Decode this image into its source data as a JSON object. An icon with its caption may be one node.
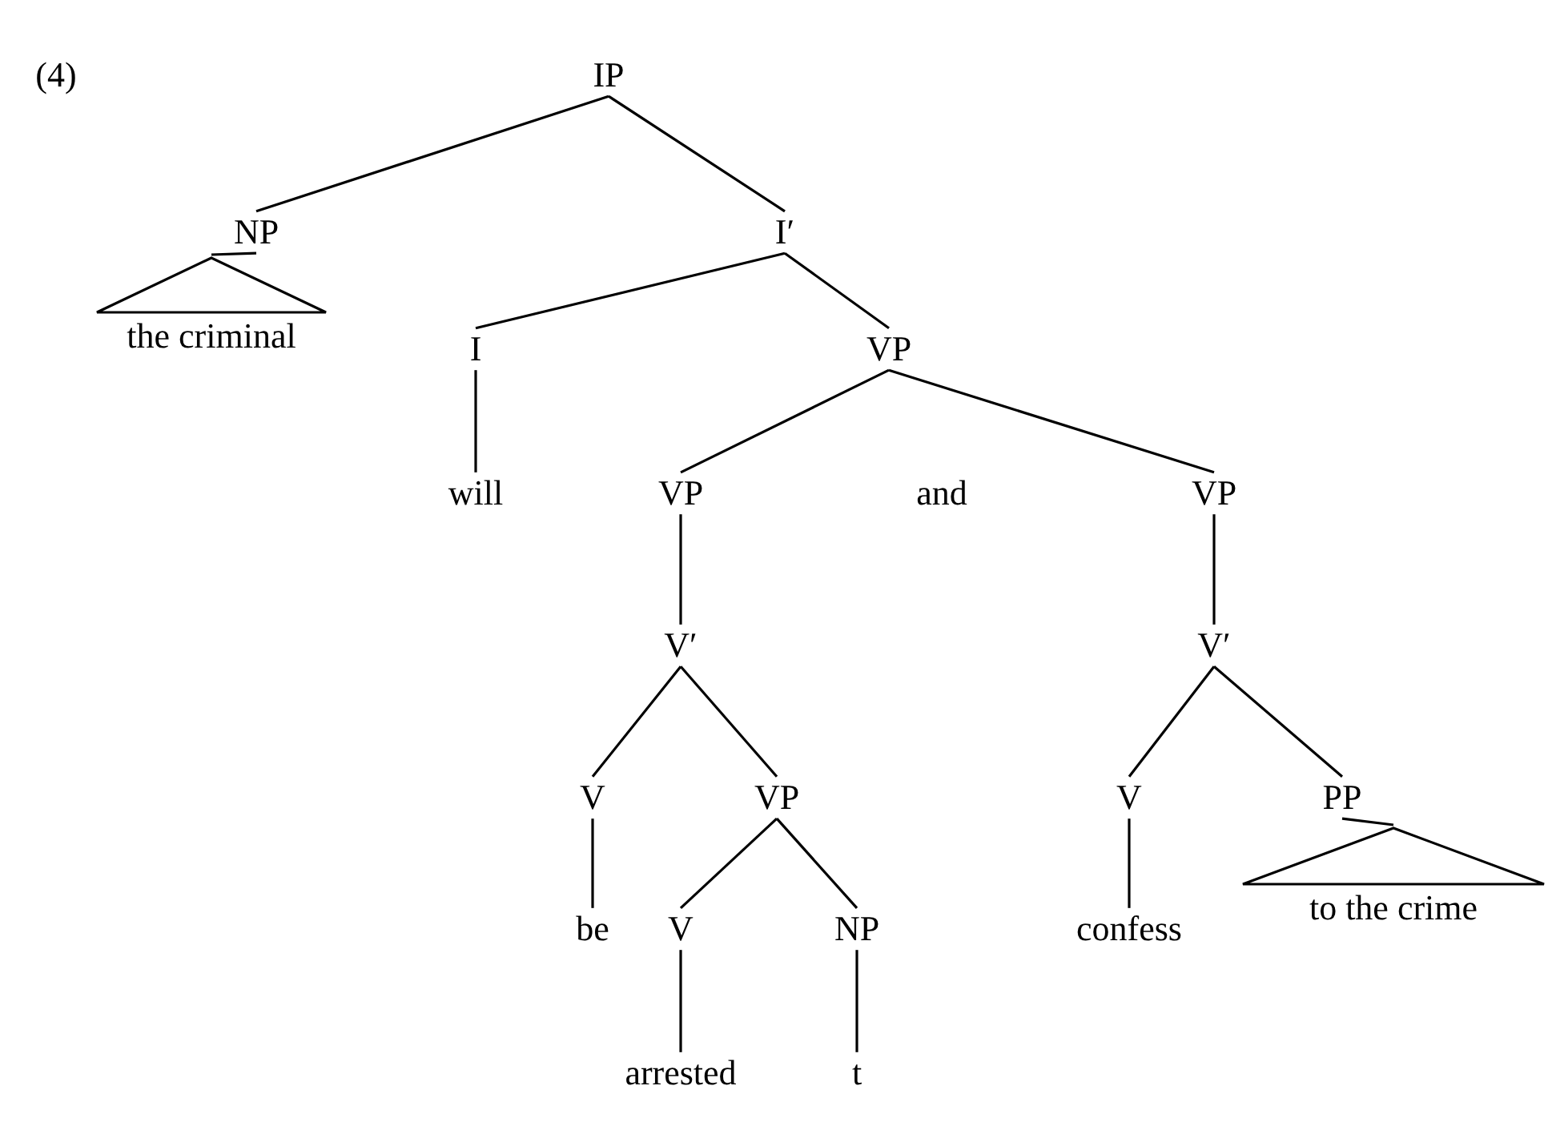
{
  "diagram": {
    "nodes": [
      {
        "text": [
          "IP"
        ]
      },
      {
        "text": [
          "NP"
        ]
      },
      {
        "text": [
          "I′"
        ]
      },
      {
        "text": [],
        "shape": "triangle",
        "beside": [
          "the criminal"
        ]
      },
      {
        "text": [
          "I"
        ]
      },
      {
        "text": [
          "VP"
        ]
      },
      {
        "text": [
          "will"
        ]
      },
      {
        "text": [
          "VP"
        ]
      },
      {
        "text": [
          "VP"
        ]
      },
      {
        "text": [
          "V′"
        ]
      },
      {
        "text": [
          "V′"
        ]
      },
      {
        "text": [
          "V"
        ]
      },
      {
        "text": [
          "VP"
        ]
      },
      {
        "text": [
          "V"
        ]
      },
      {
        "text": [
          "PP"
        ]
      },
      {
        "text": [
          "be"
        ]
      },
      {
        "text": [
          "V"
        ]
      },
      {
        "text": [
          "NP"
        ]
      },
      {
        "text": [
          "confess"
        ]
      },
      {
        "text": [],
        "shape": "triangle",
        "beside": [
          "to the crime"
        ]
      },
      {
        "text": [
          "arrested"
        ]
      },
      {
        "text": [
          "t"
        ]
      }
    ],
    "edges": [
      {
        "from": 0,
        "to": 1,
        "arrow": "none"
      },
      {
        "from": 0,
        "to": 2,
        "arrow": "none"
      },
      {
        "from": 1,
        "to": 3,
        "arrow": "none"
      },
      {
        "from": 2,
        "to": 4,
        "arrow": "none"
      },
      {
        "from": 2,
        "to": 5,
        "arrow": "none"
      },
      {
        "from": 4,
        "to": 6,
        "arrow": "none"
      },
      {
        "from": 5,
        "to": 7,
        "arrow": "none"
      },
      {
        "from": 5,
        "to": 8,
        "arrow": "none"
      },
      {
        "from": 7,
        "to": 9,
        "arrow": "none"
      },
      {
        "from": 8,
        "to": 10,
        "arrow": "none"
      },
      {
        "from": 9,
        "to": 11,
        "arrow": "none"
      },
      {
        "from": 9,
        "to": 12,
        "arrow": "none"
      },
      {
        "from": 10,
        "to": 13,
        "arrow": "none"
      },
      {
        "from": 10,
        "to": 14,
        "arrow": "none"
      },
      {
        "from": 11,
        "to": 15,
        "arrow": "none"
      },
      {
        "from": 12,
        "to": 16,
        "arrow": "none"
      },
      {
        "from": 12,
        "to": 17,
        "arrow": "none"
      },
      {
        "from": 13,
        "to": 18,
        "arrow": "none"
      },
      {
        "from": 14,
        "to": 19,
        "arrow": "none"
      },
      {
        "from": 16,
        "to": 20,
        "arrow": "none"
      },
      {
        "from": 17,
        "to": 21,
        "arrow": "none"
      }
    ],
    "labels": [
      "(4)",
      "and"
    ]
  }
}
